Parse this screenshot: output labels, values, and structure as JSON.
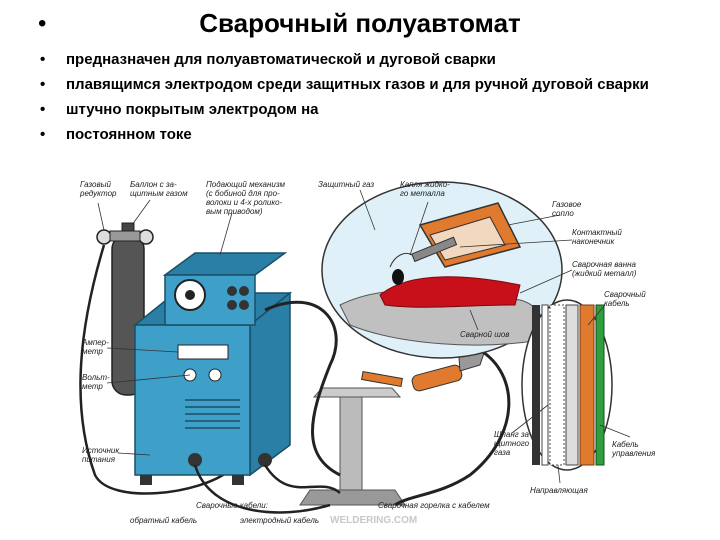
{
  "header": {
    "bullet": "•",
    "title": "Сварочный полуавтомат"
  },
  "bullets": [
    {
      "mark": "•",
      "text": "предназначен для полуавтоматической и дуговой сварки"
    },
    {
      "mark": "•",
      "text": "плавящимся электродом среди защитных газов и для ручной дуговой сварки"
    },
    {
      "mark": "•",
      "text": "штучно покрытым электродом на"
    },
    {
      "mark": "•",
      "text": "постоянном токе"
    }
  ],
  "labels": {
    "gas_reducer": [
      "Газовый",
      "редуктор"
    ],
    "gas_cylinder": [
      "Баллон с за-",
      "щитным газом"
    ],
    "feed_mechanism": [
      "Подающий механизм",
      "(с бобиной для про-",
      "волоки и 4-х ролико-",
      "вым приводом)"
    ],
    "shield_gas": [
      "Защитный газ"
    ],
    "metal_drop": [
      "Капля жидко-",
      "го металла"
    ],
    "gas_nozzle": [
      "Газовое",
      "сопло"
    ],
    "contact_tip": [
      "Контактный",
      "наконечник"
    ],
    "weld_pool": [
      "Сварочная ванна",
      "(жидкий металл)"
    ],
    "weld_seam": [
      "Сварной шов"
    ],
    "welding_cable": [
      "Сварочный",
      "кабель"
    ],
    "ammeter": [
      "Ампер-",
      "метр"
    ],
    "voltmeter": [
      "Вольт-",
      "метр"
    ],
    "power_source": [
      "Источник",
      "питания"
    ],
    "gas_hose": [
      "Шланг за-",
      "щитного",
      "газа"
    ],
    "control_cable": [
      "Кабель",
      "управления"
    ],
    "guide": [
      "Направляющая"
    ],
    "welding_torch": [
      "Сварочная горелка с кабелем"
    ],
    "welding_cables": [
      "Сварочные кабели:"
    ],
    "return_cable": [
      "обратный кабель"
    ],
    "electrode_cable": [
      "электродный кабель"
    ]
  },
  "watermark": "WELDERING.COM",
  "colors": {
    "machine": "#3ea0c8",
    "machine_dark": "#2a7fa6",
    "cylinder": "#555555",
    "nozzle": "#e07a2e",
    "seam": "#c8101a",
    "pool_bg": "#dff0f8",
    "cable_green": "#2f9e3f"
  }
}
